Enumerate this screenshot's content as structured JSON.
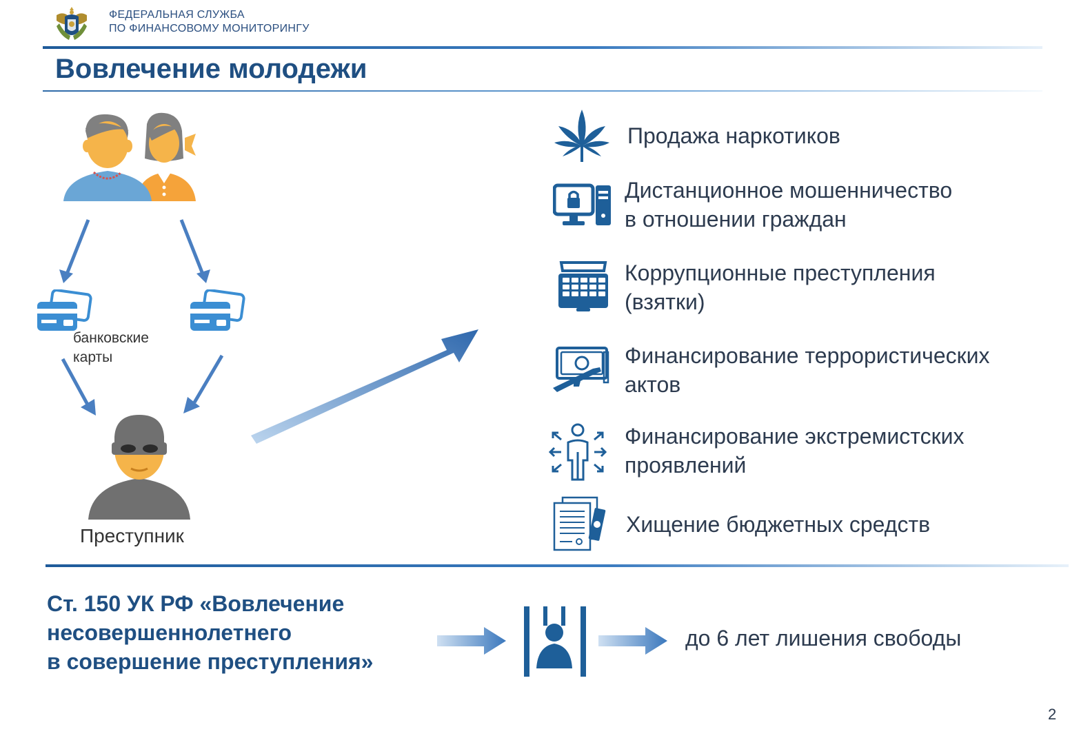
{
  "header": {
    "org_line1": "ФЕДЕРАЛЬНАЯ СЛУЖБА",
    "org_line2": "ПО ФИНАНСОВОМУ МОНИТОРИНГУ"
  },
  "title": "Вовлечение молодежи",
  "left": {
    "cards_label_line1": "банковские",
    "cards_label_line2": "карты",
    "criminal_label": "Преступник"
  },
  "crimes": [
    {
      "icon": "cannabis-leaf-icon",
      "line1": "Продажа наркотиков",
      "line2": ""
    },
    {
      "icon": "locked-computer-icon",
      "line1": "Дистанционное мошенничество",
      "line2": "в отношении граждан"
    },
    {
      "icon": "money-briefcase-icon",
      "line1": "Коррупционные преступления",
      "line2": "(взятки)"
    },
    {
      "icon": "money-and-rifle-icon",
      "line1": "Финансирование террористических",
      "line2": "актов"
    },
    {
      "icon": "person-with-arrows-icon",
      "line1": "Финансирование экстремистских",
      "line2": "проявлений"
    },
    {
      "icon": "documents-money-icon",
      "line1": "Хищение бюджетных средств",
      "line2": ""
    }
  ],
  "law": {
    "line1": "Ст. 150 УК РФ «Вовлечение",
    "line2": "несовершеннолетнего",
    "line3": "в совершение преступления»",
    "result": "до 6 лет лишения свободы"
  },
  "page_number": "2",
  "colors": {
    "brand_blue": "#1f4f82",
    "icon_blue": "#1e5f99",
    "skin": "#f5b44a",
    "hair_gray": "#808080",
    "boy_shirt": "#6aa6d6",
    "girl_shirt": "#f5a33a"
  }
}
